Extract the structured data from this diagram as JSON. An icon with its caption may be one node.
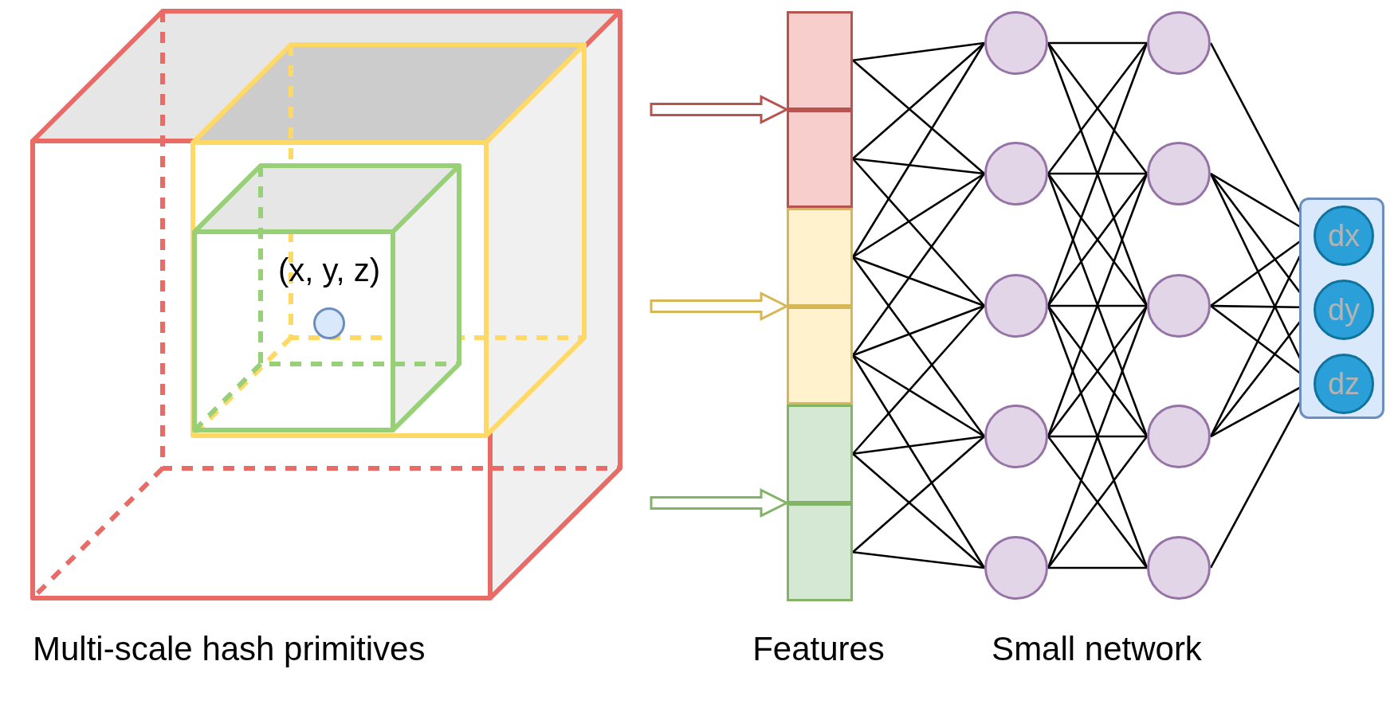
{
  "diagram": {
    "nodes": [
      {
        "text": [],
        "shape": "cube"
      },
      {
        "text": [],
        "shape": "cube",
        "in": 0
      },
      {
        "text": [],
        "shape": "cube",
        "in": 1
      },
      {
        "text": [],
        "shape": "circle",
        "in": 2,
        "beside": [
          "(x, y, z)"
        ]
      },
      {
        "text": [],
        "shape": "box"
      },
      {
        "text": [],
        "shape": "box"
      },
      {
        "text": [],
        "shape": "box"
      },
      {
        "text": [],
        "shape": "box"
      },
      {
        "text": [],
        "shape": "box"
      },
      {
        "text": [],
        "shape": "box"
      },
      {
        "text": [],
        "shape": "circle"
      },
      {
        "text": [],
        "shape": "circle"
      },
      {
        "text": [],
        "shape": "circle"
      },
      {
        "text": [],
        "shape": "circle"
      },
      {
        "text": [],
        "shape": "circle"
      },
      {
        "text": [],
        "shape": "circle"
      },
      {
        "text": [],
        "shape": "circle"
      },
      {
        "text": [],
        "shape": "circle"
      },
      {
        "text": [],
        "shape": "circle"
      },
      {
        "text": [],
        "shape": "circle"
      },
      {
        "text": [],
        "shape": "box"
      },
      {
        "text": [
          "dx"
        ],
        "in": 20
      },
      {
        "text": [
          "dy"
        ],
        "in": 20
      },
      {
        "text": [
          "dz"
        ],
        "in": 20
      }
    ],
    "edges": [
      {
        "from": null,
        "to": 4,
        "arrow": "to",
        "color": "#b85450"
      },
      {
        "from": null,
        "to": 6,
        "arrow": "to",
        "color": "#d6b656"
      },
      {
        "from": null,
        "to": 8,
        "arrow": "to",
        "color": "#82b366"
      },
      {
        "from": 4,
        "to": 10,
        "arrow": "none"
      },
      {
        "from": 4,
        "to": 11,
        "arrow": "none"
      },
      {
        "from": 5,
        "to": 10,
        "arrow": "none"
      },
      {
        "from": 5,
        "to": 11,
        "arrow": "none"
      },
      {
        "from": 5,
        "to": 12,
        "arrow": "none"
      },
      {
        "from": 6,
        "to": 10,
        "arrow": "none"
      },
      {
        "from": 6,
        "to": 11,
        "arrow": "none"
      },
      {
        "from": 6,
        "to": 12,
        "arrow": "none"
      },
      {
        "from": 6,
        "to": 13,
        "arrow": "none"
      },
      {
        "from": 7,
        "to": 11,
        "arrow": "none"
      },
      {
        "from": 7,
        "to": 12,
        "arrow": "none"
      },
      {
        "from": 7,
        "to": 13,
        "arrow": "none"
      },
      {
        "from": 7,
        "to": 14,
        "arrow": "none"
      },
      {
        "from": 8,
        "to": 12,
        "arrow": "none"
      },
      {
        "from": 8,
        "to": 13,
        "arrow": "none"
      },
      {
        "from": 8,
        "to": 14,
        "arrow": "none"
      },
      {
        "from": 9,
        "to": 13,
        "arrow": "none"
      },
      {
        "from": 9,
        "to": 14,
        "arrow": "none"
      },
      {
        "from": 10,
        "to": 15,
        "arrow": "none"
      },
      {
        "from": 10,
        "to": 16,
        "arrow": "none"
      },
      {
        "from": 10,
        "to": 17,
        "arrow": "none"
      },
      {
        "from": 11,
        "to": 15,
        "arrow": "none"
      },
      {
        "from": 11,
        "to": 16,
        "arrow": "none"
      },
      {
        "from": 11,
        "to": 17,
        "arrow": "none"
      },
      {
        "from": 11,
        "to": 18,
        "arrow": "none"
      },
      {
        "from": 12,
        "to": 15,
        "arrow": "none"
      },
      {
        "from": 12,
        "to": 16,
        "arrow": "none"
      },
      {
        "from": 12,
        "to": 17,
        "arrow": "none"
      },
      {
        "from": 12,
        "to": 18,
        "arrow": "none"
      },
      {
        "from": 12,
        "to": 19,
        "arrow": "none"
      },
      {
        "from": 13,
        "to": 16,
        "arrow": "none"
      },
      {
        "from": 13,
        "to": 17,
        "arrow": "none"
      },
      {
        "from": 13,
        "to": 18,
        "arrow": "none"
      },
      {
        "from": 13,
        "to": 19,
        "arrow": "none"
      },
      {
        "from": 14,
        "to": 17,
        "arrow": "none"
      },
      {
        "from": 14,
        "to": 18,
        "arrow": "none"
      },
      {
        "from": 14,
        "to": 19,
        "arrow": "none"
      },
      {
        "from": 15,
        "to": 21,
        "arrow": "none"
      },
      {
        "from": 16,
        "to": 21,
        "arrow": "none"
      },
      {
        "from": 16,
        "to": 22,
        "arrow": "none"
      },
      {
        "from": 16,
        "to": 23,
        "arrow": "none"
      },
      {
        "from": 17,
        "to": 21,
        "arrow": "none"
      },
      {
        "from": 17,
        "to": 22,
        "arrow": "none"
      },
      {
        "from": 17,
        "to": 23,
        "arrow": "none"
      },
      {
        "from": 18,
        "to": 21,
        "arrow": "none"
      },
      {
        "from": 18,
        "to": 22,
        "arrow": "none"
      },
      {
        "from": 18,
        "to": 23,
        "arrow": "none"
      },
      {
        "from": 19,
        "to": 23,
        "arrow": "none"
      }
    ],
    "labels": [
      "Multi-scale hash primitives",
      "Features",
      "Small network"
    ]
  }
}
